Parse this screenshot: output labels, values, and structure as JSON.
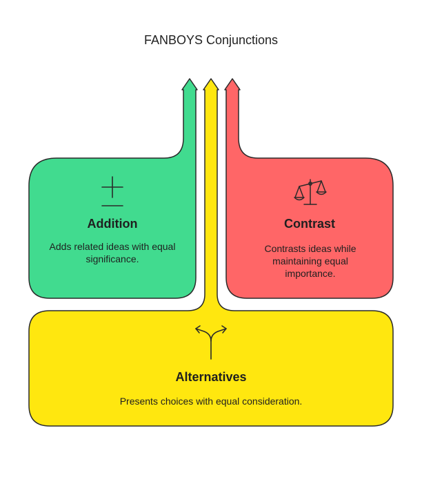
{
  "title": "FANBOYS Conjunctions",
  "colors": {
    "addition": "#41DB8F",
    "contrast": "#FF6667",
    "alternatives": "#FFE70F",
    "outline": "#2a2a2a"
  },
  "cards": {
    "addition": {
      "title": "Addition",
      "description": "Adds related ideas with equal significance.",
      "icon": "plus-minus-icon"
    },
    "contrast": {
      "title": "Contrast",
      "description": "Contrasts ideas while maintaining equal importance.",
      "icon": "balance-scale-icon"
    },
    "alternatives": {
      "title": "Alternatives",
      "description": "Presents choices with equal consideration.",
      "icon": "split-arrows-icon"
    }
  }
}
